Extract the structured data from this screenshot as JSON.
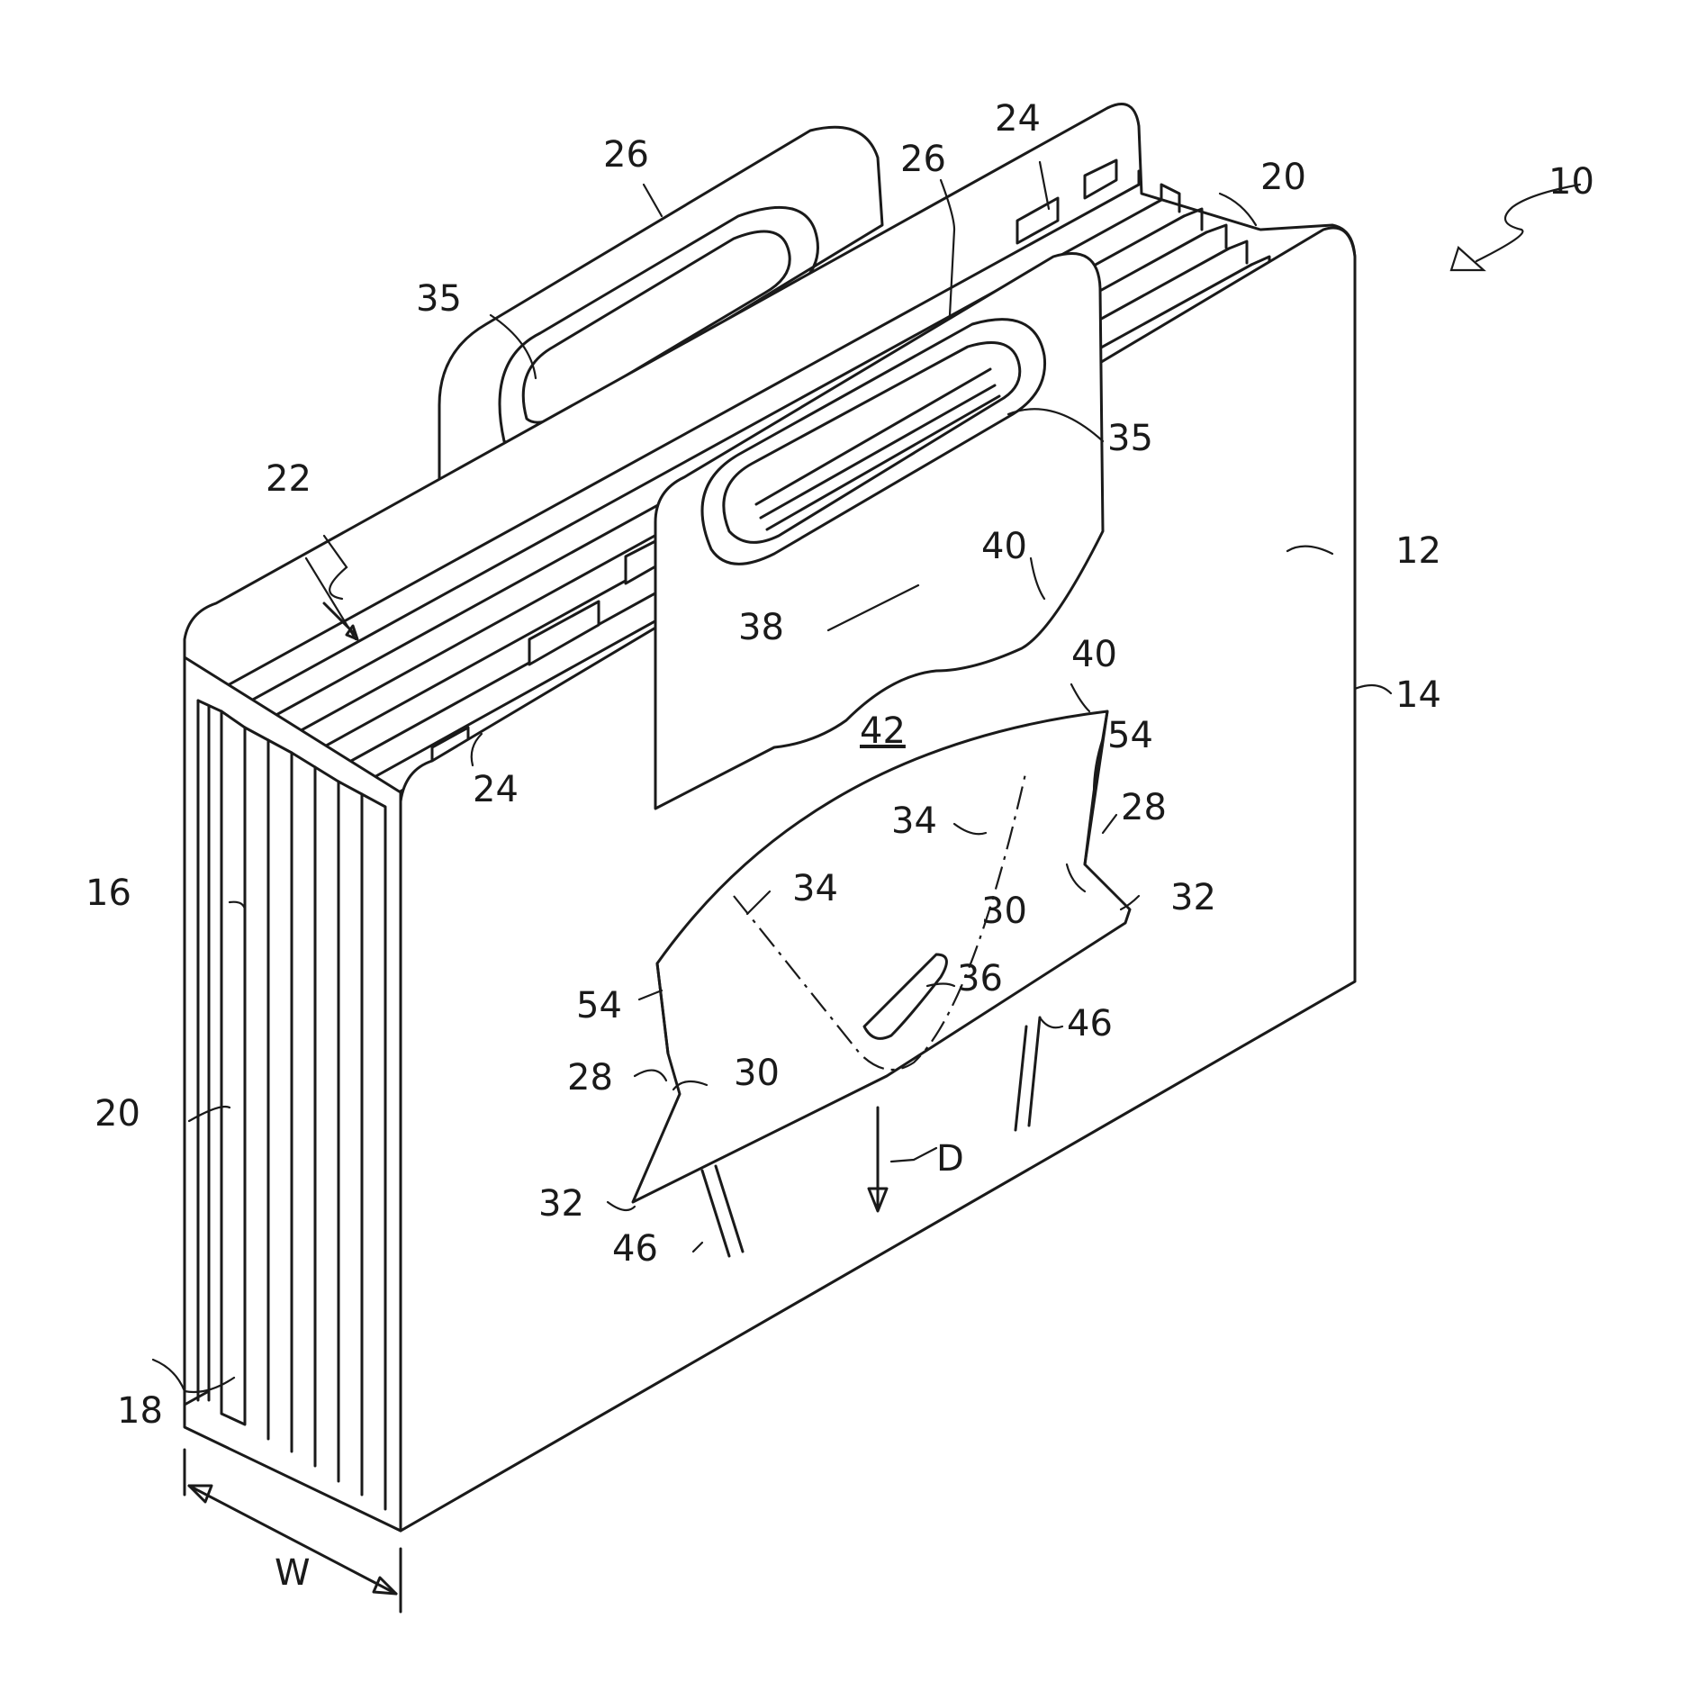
{
  "figure": {
    "reference_numerals": {
      "n10": "10",
      "n12": "12",
      "n14": "14",
      "n16": "16",
      "n18": "18",
      "n20_top": "20",
      "n20_side": "20",
      "n22": "22",
      "n24_top": "24",
      "n24_mid": "24",
      "n26_back": "26",
      "n26_front": "26",
      "n28_right": "28",
      "n28_left": "28",
      "n30_right": "30",
      "n30_left": "30",
      "n32_right": "32",
      "n32_left": "32",
      "n34_upper": "34",
      "n34_lower": "34",
      "n35_back": "35",
      "n35_front": "35",
      "n36": "36",
      "n38": "38",
      "n40_upper": "40",
      "n40_lower": "40",
      "n42": "42",
      "n46_right": "46",
      "n46_left": "46",
      "n54_right": "54",
      "n54_left": "54",
      "dim_w": "W",
      "dir_d": "D"
    }
  }
}
